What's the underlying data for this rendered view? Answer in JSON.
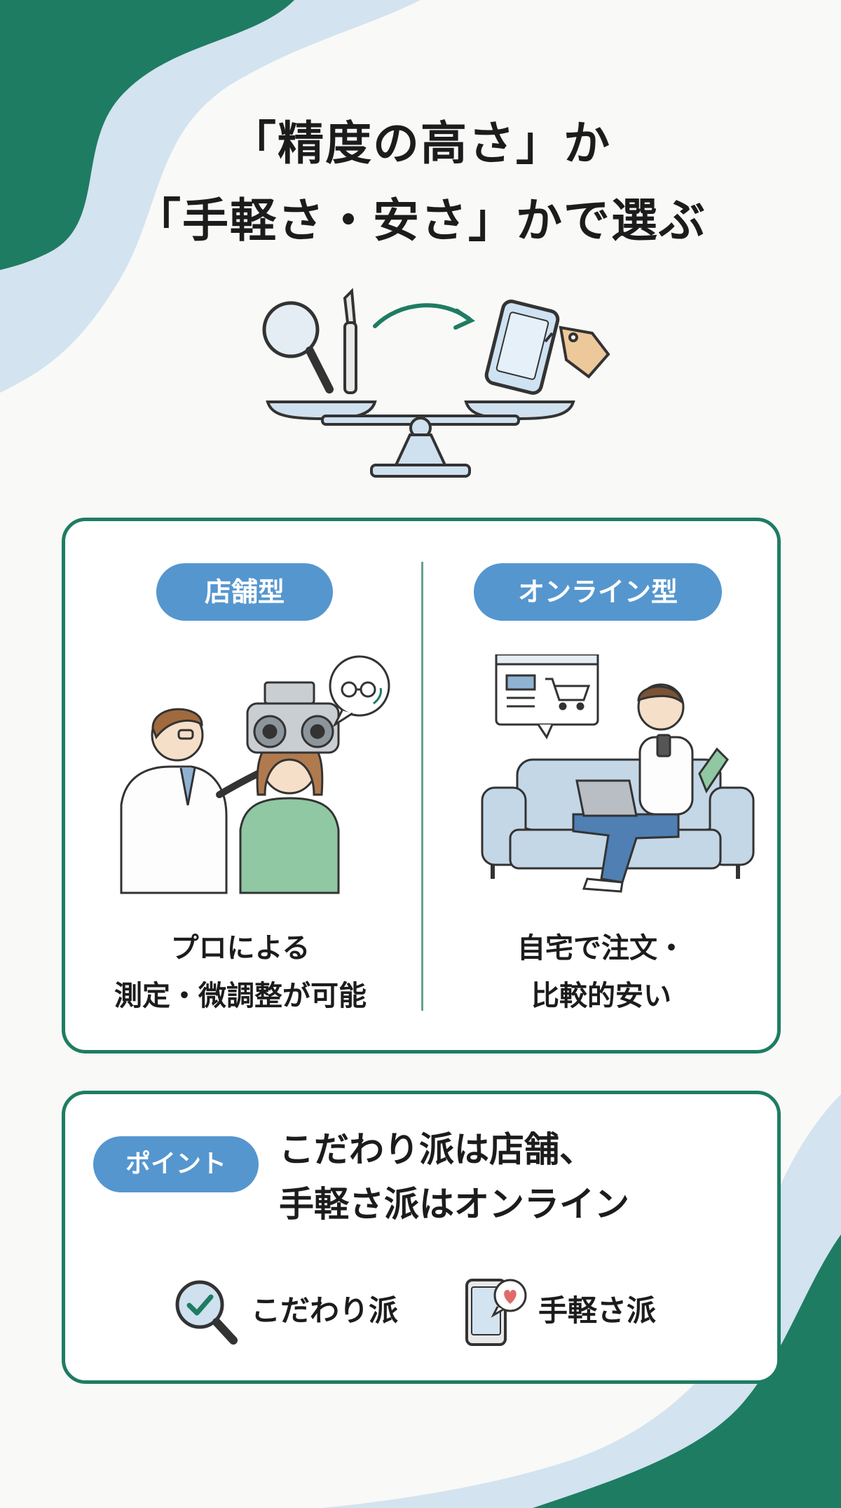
{
  "title": {
    "line1": "「精度の高さ」か",
    "line2": "「手軽さ・安さ」かで選ぶ"
  },
  "colors": {
    "green": "#1e7c62",
    "light_blue": "#d3e3ef",
    "pill_blue": "#5596cf",
    "shirt_green": "#8fc8a2",
    "sofa_blue": "#c4d7e6"
  },
  "hero_icons": [
    "magnifier-icon",
    "scalpel-icon",
    "arrow-icon",
    "smartphone-icon",
    "price-tag-icon",
    "balance-scale-icon"
  ],
  "comparison": {
    "store": {
      "label": "店舗型",
      "caption_line1": "プロによる",
      "caption_line2": "測定・微調整が可能"
    },
    "online": {
      "label": "オンライン型",
      "caption_line1": "自宅で注文・",
      "caption_line2": "比較的安い"
    }
  },
  "point": {
    "label": "ポイント",
    "line1": "こだわり派は店舗、",
    "line2": "手軽さ派はオンライン",
    "legend": [
      {
        "label": "こだわり派",
        "icon": "magnifier-check-icon"
      },
      {
        "label": "手軽さ派",
        "icon": "phone-heart-icon"
      }
    ]
  }
}
